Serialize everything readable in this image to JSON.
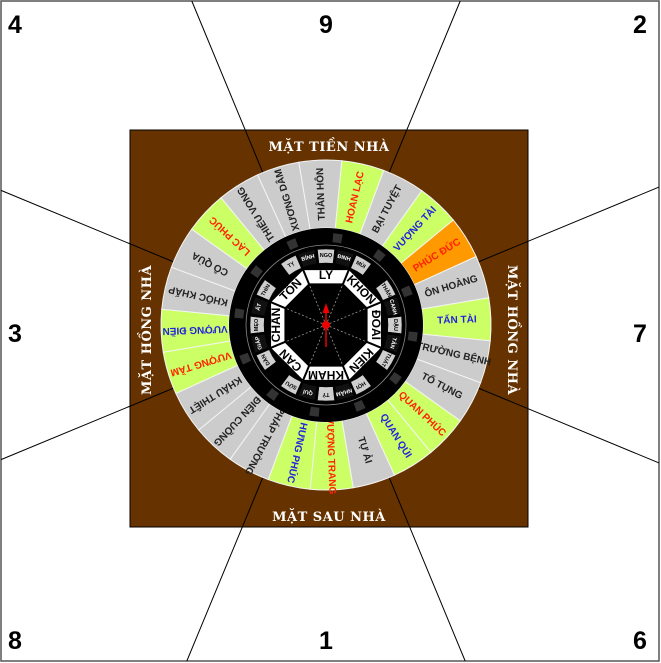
{
  "zones": {
    "nw": "4",
    "n": "9",
    "ne": "2",
    "w": "3",
    "e": "7",
    "sw": "8",
    "s": "1",
    "se": "6"
  },
  "sides": {
    "front": "MẶT TIỀN NHÀ",
    "back": "MẶT SAU NHÀ",
    "left": "MẶT HỒNG NHÀ",
    "right": "MẶT HỒNG NHÀ"
  },
  "colors": {
    "brown": "#663300",
    "gray": "#cccccc",
    "green": "#ccff66",
    "orange": "#ff9900",
    "red": "#ff2200",
    "blue": "#2222dd",
    "dark": "#222222"
  },
  "segments": [
    {
      "label": "THÂN HÔN",
      "fill": "gray",
      "text": "dark"
    },
    {
      "label": "HOAN LẠC",
      "fill": "green",
      "text": "red"
    },
    {
      "label": "BẠI TUYỆT",
      "fill": "gray",
      "text": "dark"
    },
    {
      "label": "VƯỢNG TÀI",
      "fill": "green",
      "text": "blue"
    },
    {
      "label": "PHÚC ĐỨC",
      "fill": "orange",
      "text": "red"
    },
    {
      "label": "ÔN HOÀNG",
      "fill": "gray",
      "text": "dark"
    },
    {
      "label": "TẤN TÀI",
      "fill": "green",
      "text": "blue"
    },
    {
      "label": "TRƯỜNG BỆNH",
      "fill": "gray",
      "text": "dark"
    },
    {
      "label": "TỐ TỤNG",
      "fill": "gray",
      "text": "dark"
    },
    {
      "label": "QUAN PHÚC",
      "fill": "green",
      "text": "red"
    },
    {
      "label": "QUAN QÚI",
      "fill": "green",
      "text": "blue"
    },
    {
      "label": "TỰ ẢI",
      "fill": "gray",
      "text": "dark"
    },
    {
      "label": "VƯỢNG TRANG",
      "fill": "green",
      "text": "red"
    },
    {
      "label": "HƯNG PHÚC",
      "fill": "green",
      "text": "blue"
    },
    {
      "label": "PHÁP TRƯỜNG",
      "fill": "gray",
      "text": "dark"
    },
    {
      "label": "ĐIÊN CUỒNG",
      "fill": "gray",
      "text": "dark"
    },
    {
      "label": "KHẨU THIỆT",
      "fill": "gray",
      "text": "dark"
    },
    {
      "label": "VƯỢNG TẦM",
      "fill": "green",
      "text": "red"
    },
    {
      "label": "VƯỢNG ĐIỀN",
      "fill": "green",
      "text": "blue"
    },
    {
      "label": "KHỐC KHẤP",
      "fill": "gray",
      "text": "dark"
    },
    {
      "label": "CÔ QÙA",
      "fill": "gray",
      "text": "dark"
    },
    {
      "label": "LẠC PHÚC",
      "fill": "green",
      "text": "red"
    },
    {
      "label": "THIẾU VONG",
      "fill": "gray",
      "text": "dark"
    },
    {
      "label": "XƯƠNG DÂM",
      "fill": "gray",
      "text": "dark"
    }
  ],
  "mountains": [
    "NGỌ",
    "ĐINH",
    "MÙI",
    null,
    "THÂN",
    "CANH",
    "DẬU",
    "TÂN",
    "TUẤT",
    null,
    "HỢI",
    "NHÂM",
    "TÝ",
    "QUÍ",
    "SỬU",
    null,
    "DẦN",
    "GIÁP",
    "MẸO",
    "ẤT",
    "THÌN",
    null,
    "TỴ",
    "BÍNH"
  ],
  "trigrams": [
    "LY",
    "KHÔN",
    "ĐOÀI",
    "KIỀN",
    "KHẢM",
    "CẤN",
    "CHẤN",
    "TỐN"
  ]
}
